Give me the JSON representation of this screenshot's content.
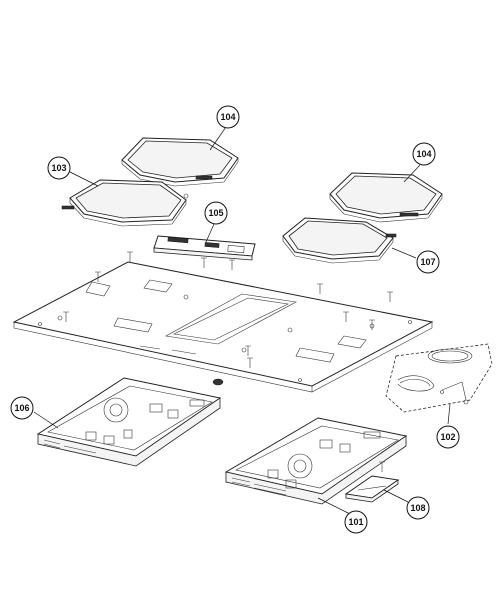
{
  "callouts": {
    "c101": "101",
    "c102": "102",
    "c103": "103",
    "c104a": "104",
    "c104b": "104",
    "c105": "105",
    "c106": "106",
    "c107": "107",
    "c108": "108"
  },
  "colors": {
    "line": "#222222",
    "background": "#ffffff"
  }
}
